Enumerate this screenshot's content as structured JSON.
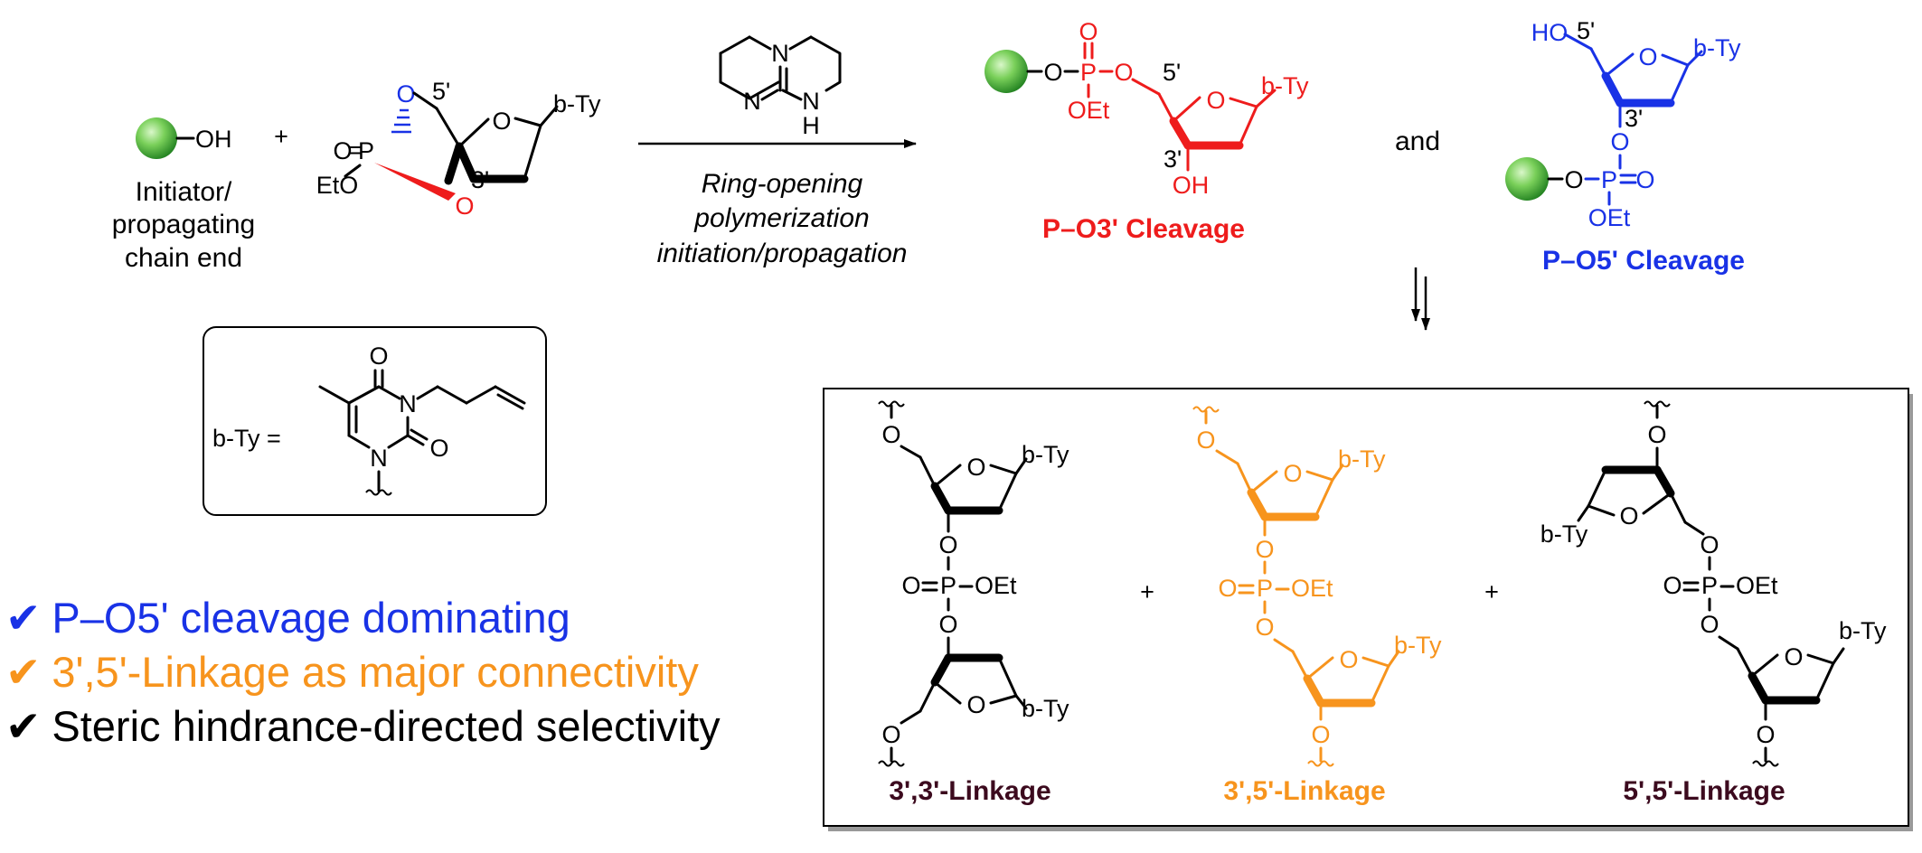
{
  "colors": {
    "black": "#000000",
    "red": "#ee1c1c",
    "blue": "#1932e6",
    "orange": "#f7941d",
    "maroon": "#3c0a1e",
    "sphere_light": "#c6f2b0",
    "sphere_dark": "#1f8f1f"
  },
  "reactants": {
    "oh_label": "OH",
    "plus": "+",
    "initiator_line1": "Initiator/",
    "initiator_line2": "propagating",
    "initiator_line3": "chain end"
  },
  "monomer": {
    "o5": "O",
    "pos5": "5'",
    "p": "P",
    "o_double": "O",
    "eq": "=",
    "eto": "EtO",
    "o3": "O",
    "pos3": "3'",
    "ring_o": "O",
    "base": "b-Ty"
  },
  "catalyst": {
    "n_top": "N",
    "n_left": "N",
    "nh_n": "N",
    "nh_h": "H"
  },
  "arrow_text": {
    "line1": "Ring-opening",
    "line2": "polymerization",
    "line3": "initiation/propagation"
  },
  "product_red": {
    "o1": "O",
    "p": "P",
    "o2": "O",
    "o_top": "O",
    "oet": "OEt",
    "pos5": "5'",
    "ring_o": "O",
    "base": "b-Ty",
    "pos3": "3'",
    "oh": "OH",
    "caption": "P–O3' Cleavage"
  },
  "and_text": "and",
  "product_blue": {
    "ho": "HO",
    "pos5": "5'",
    "ring_o": "O",
    "base": "b-Ty",
    "pos3": "3'",
    "o_link": "O",
    "o_sphere": "O",
    "p": "P",
    "o_right": "O",
    "oet": "OEt",
    "caption": "P–O5' Cleavage"
  },
  "bty_box": {
    "label": "b-Ty =",
    "o_top": "O",
    "n3": "N",
    "o_right": "O",
    "n1": "N"
  },
  "linkages": {
    "plus": "+",
    "common": {
      "o": "O",
      "p": "P",
      "oet": "OEt",
      "ring_o": "O",
      "base": "b-Ty"
    },
    "cap_33": "3',3'-Linkage",
    "cap_35": "3',5'-Linkage",
    "cap_55": "5',5'-Linkage"
  },
  "checklist": [
    {
      "mark": "✔",
      "text": "P–O5' cleavage dominating",
      "color": "#1932e6"
    },
    {
      "mark": "✔",
      "text": "3',5'-Linkage as major connectivity",
      "color": "#f7941d"
    },
    {
      "mark": "✔",
      "text": "Steric hindrance-directed selectivity",
      "color": "#000000"
    }
  ]
}
